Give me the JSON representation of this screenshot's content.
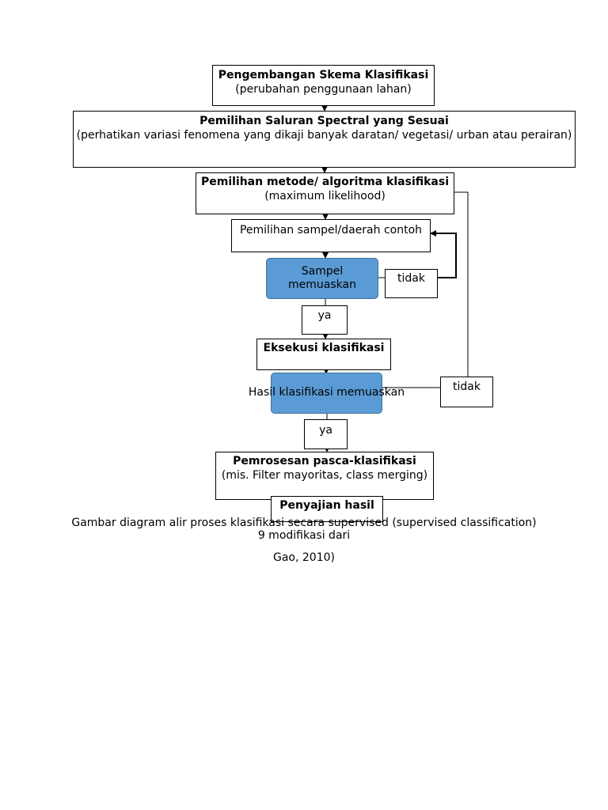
{
  "nodes": {
    "schema": {
      "title": "Pengembangan Skema Klasifikasi",
      "sub": "(perubahan penggunaan lahan)"
    },
    "spectral": {
      "title": "Pemilihan Saluran Spectral yang Sesuai",
      "sub": "(perhatikan variasi fenomena yang dikaji banyak daratan/ vegetasi/ urban atau perairan)"
    },
    "method": {
      "title": "Pemilihan metode/ algoritma klasifikasi",
      "sub": "(maximum likelihood)"
    },
    "sample": {
      "text": "Pemilihan sampel/daerah contoh"
    },
    "sample_ok": {
      "line1": "Sampel",
      "line2": "memuaskan"
    },
    "no1": "tidak",
    "yes1": "ya",
    "execute": {
      "title": "Eksekusi klasifikasi"
    },
    "result_ok": {
      "text": "Hasil klasifikasi memuaskan"
    },
    "no2": "tidak",
    "yes2": "ya",
    "postproc": {
      "title": "Pemrosesan pasca-klasifikasi",
      "sub": "(mis. Filter mayoritas, class merging)"
    },
    "present": {
      "title": "Penyajian hasil"
    }
  },
  "caption": {
    "line1": "Gambar diagram alir proses klasifikasi secara supervised (supervised classification)",
    "line2": "9 modifikasi dari",
    "line3": "Gao, 2010)"
  },
  "colors": {
    "decision_fill": "#5b9bd5",
    "decision_border": "#41719c",
    "line": "#000000"
  }
}
